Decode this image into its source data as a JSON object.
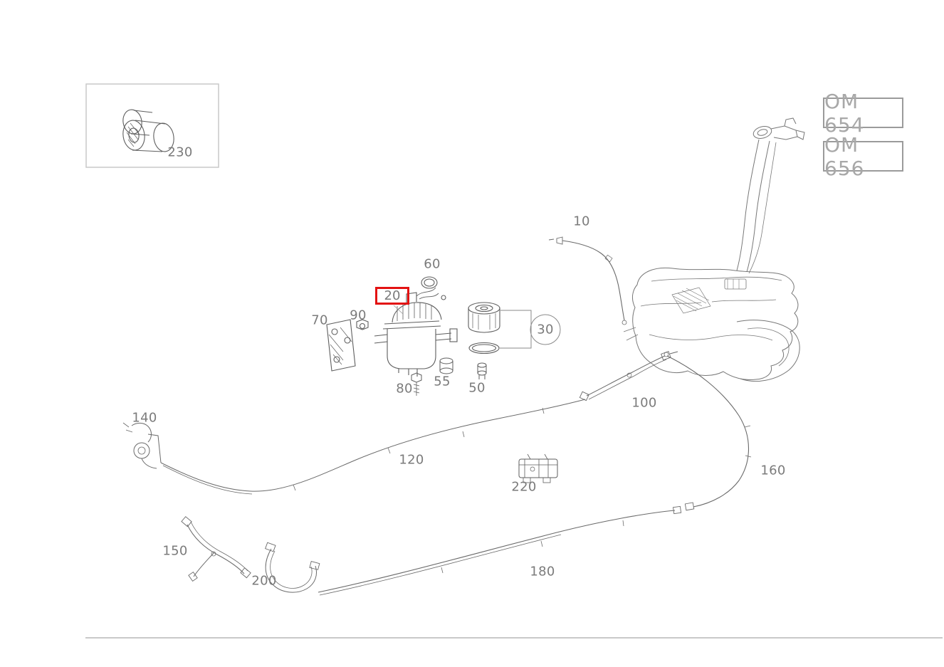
{
  "colors": {
    "highlight_red": "#e31212",
    "line_gray": "#6a6a6a",
    "label_gray": "#7b7b7b"
  },
  "engine_models": [
    {
      "label": "OM 654"
    },
    {
      "label": "OM 656"
    }
  ],
  "selected_callout": "20",
  "callouts": [
    {
      "id": "230"
    },
    {
      "id": "10"
    },
    {
      "id": "60"
    },
    {
      "id": "20",
      "selected": true
    },
    {
      "id": "70"
    },
    {
      "id": "90"
    },
    {
      "id": "30",
      "circled": true
    },
    {
      "id": "80"
    },
    {
      "id": "55"
    },
    {
      "id": "50"
    },
    {
      "id": "100"
    },
    {
      "id": "140"
    },
    {
      "id": "120"
    },
    {
      "id": "160"
    },
    {
      "id": "220"
    },
    {
      "id": "150"
    },
    {
      "id": "200"
    },
    {
      "id": "180"
    }
  ]
}
